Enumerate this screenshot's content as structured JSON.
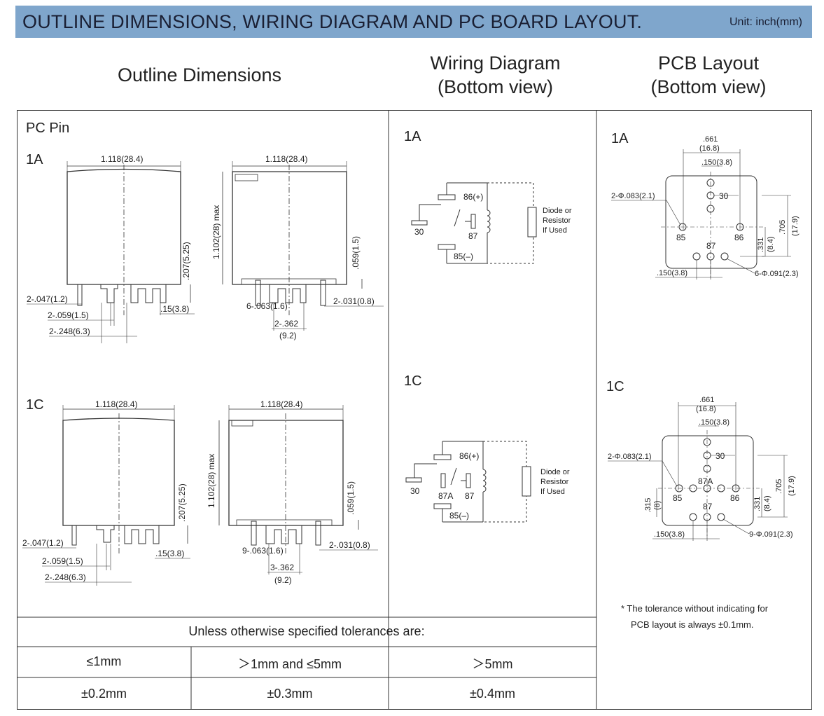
{
  "header": {
    "title": "OUTLINE DIMENSIONS, WIRING DIAGRAM AND PC BOARD LAYOUT.",
    "unit": "Unit: inch(mm)",
    "bg_color": "#7fa6cc"
  },
  "columns": {
    "outline": "Outline Dimensions",
    "wiring_l1": "Wiring Diagram",
    "wiring_l2": "(Bottom view)",
    "pcb_l1": "PCB Layout",
    "pcb_l2": "(Bottom view)"
  },
  "outline": {
    "pin_type": "PC Pin",
    "v1a": "1A",
    "v1c": "1C",
    "width": "1.118(28.4)",
    "height": "1.102(28) max",
    "d207": ".207(5.25)",
    "d059": ".059(1.5)",
    "d047": "2-.047(1.2)",
    "d2059": "2-.059(1.5)",
    "d248": "2-.248(6.3)",
    "d15": ".15(3.8)",
    "d063_1a": "6-.063(1.6)",
    "d063_1c": "9-.063(1.6)",
    "d031": "2-.031(0.8)",
    "d362_1a": "2-.362",
    "d362_1c": "3-.362",
    "d92": "(9.2)"
  },
  "wiring": {
    "v1a": "1A",
    "v1c": "1C",
    "t86": "86(+)",
    "t85": "85(–)",
    "t30": "30",
    "t87": "87",
    "t87a": "87A",
    "diode_1": "Diode or",
    "diode_2": "Resistor",
    "diode_3": "If Used"
  },
  "pcb": {
    "v1a": "1A",
    "v1c": "1C",
    "d661": ".661",
    "d168": "(16.8)",
    "d150": ".150(3.8)",
    "d083": "2-Φ.083(2.1)",
    "d091_1a": "6-Φ.091(2.3)",
    "d091_1c": "9-Φ.091(2.3)",
    "d705": ".705",
    "d179": "(17.9)",
    "d331": ".331",
    "d84": "(8.4)",
    "d315": ".315",
    "d8": "(8)",
    "p30": "30",
    "p85": "85",
    "p86": "86",
    "p87": "87",
    "p87a": "87A",
    "note_1": "* The tolerance without indicating for",
    "note_2": "PCB layout is always ±0.1mm."
  },
  "tolerance": {
    "caption": "Unless otherwise specified tolerances are:",
    "headers": [
      "≤1mm",
      "＞1mm and ≤5mm",
      "＞5mm"
    ],
    "values": [
      "±0.2mm",
      "±0.3mm",
      "±0.4mm"
    ]
  }
}
